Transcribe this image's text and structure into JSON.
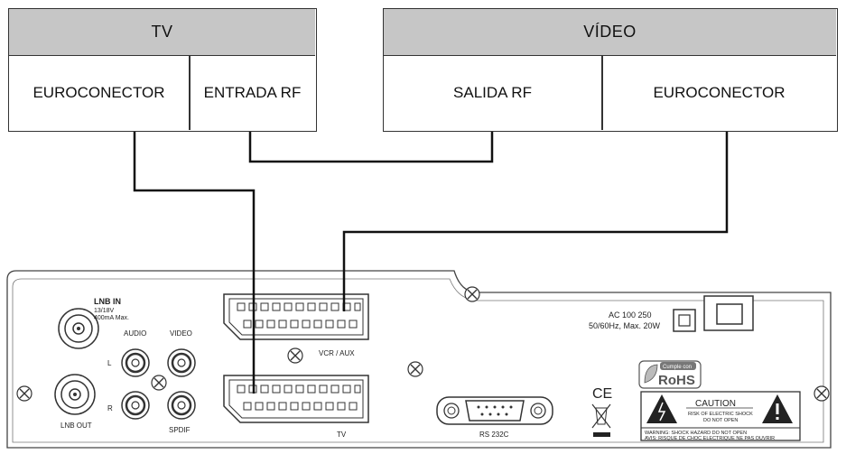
{
  "tv": {
    "title": "TV",
    "ports": [
      "EUROCONECTOR",
      "ENTRADA RF"
    ]
  },
  "video": {
    "title": "VÍDEO",
    "ports": [
      "SALIDA RF",
      "EUROCONECTOR"
    ]
  },
  "panel": {
    "lnb_in": "LNB IN",
    "lnb_in_spec1": "13/18V",
    "lnb_in_spec2": "400mA Max.",
    "lnb_out": "LNB OUT",
    "audio": "AUDIO",
    "video": "VIDEO",
    "left": "L",
    "right": "R",
    "spdif": "SPDIF",
    "vcr_aux": "VCR / AUX",
    "tv": "TV",
    "rs232": "RS 232C",
    "ac_line1": "AC 100  250",
    "ac_line2": "50/60Hz, Max. 20W",
    "ce": "CE",
    "rohs_top": "Cumple con",
    "rohs": "RoHS",
    "caution": "CAUTION",
    "caution_sub1": "RISK OF ELECTRIC SHOCK",
    "caution_sub2": "DO NOT OPEN",
    "warning": "WARNING: SHOCK HAZARD DO NOT OPEN",
    "avis": "AVIS: RISQUE DE CHOC ELECTRIQUE NE PAS OUVRIR"
  }
}
